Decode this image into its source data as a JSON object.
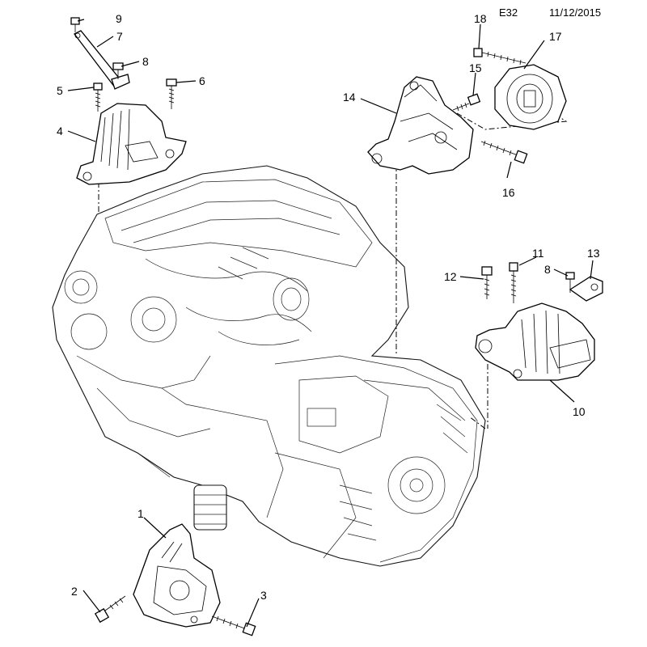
{
  "header": {
    "code": "E32",
    "date": "11/12/2015"
  },
  "callouts": [
    {
      "id": "c1",
      "text": "1"
    },
    {
      "id": "c2",
      "text": "2"
    },
    {
      "id": "c3",
      "text": "3"
    },
    {
      "id": "c4",
      "text": "4"
    },
    {
      "id": "c5",
      "text": "5"
    },
    {
      "id": "c6",
      "text": "6"
    },
    {
      "id": "c7",
      "text": "7"
    },
    {
      "id": "c8a",
      "text": "8"
    },
    {
      "id": "c8b",
      "text": "8"
    },
    {
      "id": "c9",
      "text": "9"
    },
    {
      "id": "c10",
      "text": "10"
    },
    {
      "id": "c11",
      "text": "11"
    },
    {
      "id": "c12",
      "text": "12"
    },
    {
      "id": "c13",
      "text": "13"
    },
    {
      "id": "c14",
      "text": "14"
    },
    {
      "id": "c15",
      "text": "15"
    },
    {
      "id": "c16",
      "text": "16"
    },
    {
      "id": "c17",
      "text": "17"
    },
    {
      "id": "c18",
      "text": "18"
    }
  ]
}
